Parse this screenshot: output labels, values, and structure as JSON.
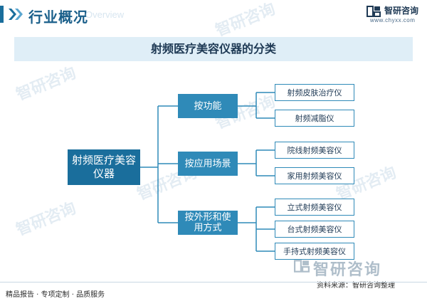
{
  "header": {
    "title": "行业概况",
    "subtitle_watermark": "Overview",
    "brand": "智研咨询",
    "url": "www.chyxx.com"
  },
  "banner": {
    "title": "射频医疗美容仪器的分类"
  },
  "diagram": {
    "root": "射频医疗美容仪器",
    "categories": [
      {
        "label": "按功能",
        "items": [
          "射频皮肤治疗仪",
          "射频减脂仪"
        ]
      },
      {
        "label": "按应用场景",
        "items": [
          "院线射频美容仪",
          "家用射频美容仪"
        ]
      },
      {
        "label": "按外形和使用方式",
        "items": [
          "立式射频美容仪",
          "台式射频美容仪",
          "手持式射频美容仪"
        ]
      }
    ]
  },
  "watermark": {
    "text": "智研咨询"
  },
  "footer": {
    "left": "精品报告 · 专项定制 · 品质服务",
    "source": "资料来源：智研咨询整理",
    "logo_text": "智研咨询"
  },
  "colors": {
    "primary": "#1a6e9c",
    "secondary": "#2f8ab8",
    "banner_bg": "#dfeef7",
    "text_dark": "#1f3a55"
  }
}
